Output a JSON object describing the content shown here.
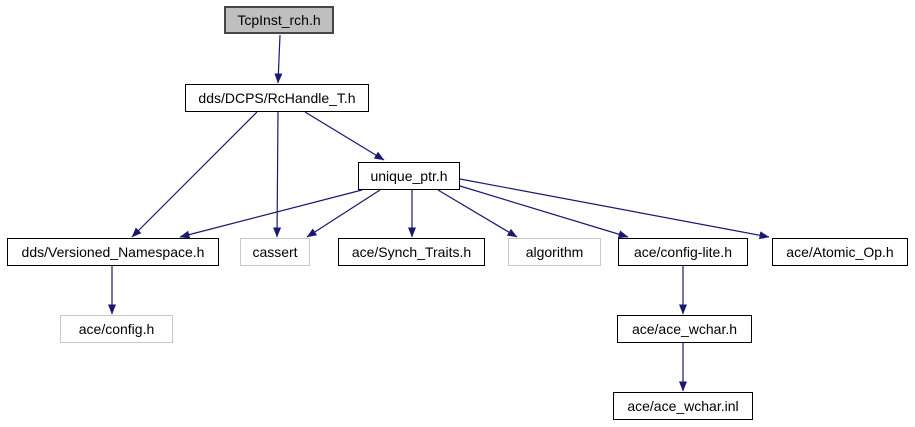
{
  "diagram": {
    "type": "include-dependency-graph",
    "edge_color": "#191970",
    "current_node_fill": "#bfbfbf",
    "current_node_border": "#464646",
    "internal_node_border": "#000000",
    "external_node_border": "#c8c8c8",
    "nodes": [
      {
        "label": "TcpInst_rch.h",
        "kind": "current"
      },
      {
        "label": "dds/DCPS/RcHandle_T.h",
        "kind": "internal"
      },
      {
        "label": "unique_ptr.h",
        "kind": "internal"
      },
      {
        "label": "dds/Versioned_Namespace.h",
        "kind": "internal"
      },
      {
        "label": "cassert",
        "kind": "external"
      },
      {
        "label": "ace/Synch_Traits.h",
        "kind": "internal"
      },
      {
        "label": "algorithm",
        "kind": "external"
      },
      {
        "label": "ace/config-lite.h",
        "kind": "internal"
      },
      {
        "label": "ace/Atomic_Op.h",
        "kind": "internal"
      },
      {
        "label": "ace/config.h",
        "kind": "external"
      },
      {
        "label": "ace/ace_wchar.h",
        "kind": "internal"
      },
      {
        "label": "ace/ace_wchar.inl",
        "kind": "internal"
      }
    ],
    "edges": [
      {
        "from": "TcpInst_rch.h",
        "to": "dds/DCPS/RcHandle_T.h"
      },
      {
        "from": "dds/DCPS/RcHandle_T.h",
        "to": "dds/Versioned_Namespace.h"
      },
      {
        "from": "dds/DCPS/RcHandle_T.h",
        "to": "cassert"
      },
      {
        "from": "dds/DCPS/RcHandle_T.h",
        "to": "unique_ptr.h"
      },
      {
        "from": "unique_ptr.h",
        "to": "dds/Versioned_Namespace.h"
      },
      {
        "from": "unique_ptr.h",
        "to": "cassert"
      },
      {
        "from": "unique_ptr.h",
        "to": "ace/Synch_Traits.h"
      },
      {
        "from": "unique_ptr.h",
        "to": "algorithm"
      },
      {
        "from": "unique_ptr.h",
        "to": "ace/config-lite.h"
      },
      {
        "from": "unique_ptr.h",
        "to": "ace/Atomic_Op.h"
      },
      {
        "from": "dds/Versioned_Namespace.h",
        "to": "ace/config.h"
      },
      {
        "from": "ace/config-lite.h",
        "to": "ace/ace_wchar.h"
      },
      {
        "from": "ace/ace_wchar.h",
        "to": "ace/ace_wchar.inl"
      }
    ]
  }
}
